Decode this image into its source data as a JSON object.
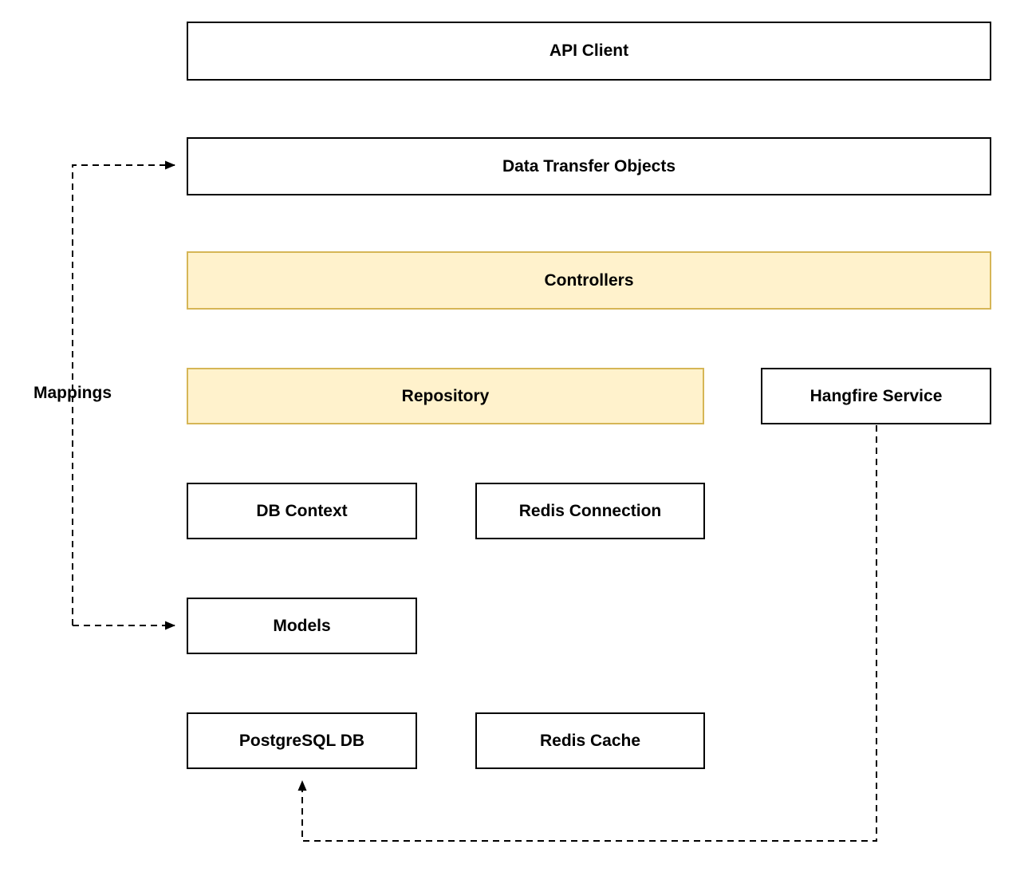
{
  "diagram": {
    "title": "API architecture layers diagram",
    "colors": {
      "page-bg": "#ffffff",
      "node-fill": "#ffffff",
      "node-border": "#000000",
      "highlight-fill": "#fff2cc",
      "highlight-border": "#d6b656",
      "edge-color": "#000000",
      "text-color": "#000000"
    },
    "boxes": [
      {
        "id": "api-client",
        "label": "API Client",
        "style": "plain"
      },
      {
        "id": "data-transfer-objects",
        "label": "Data Transfer Objects",
        "style": "plain"
      },
      {
        "id": "controllers",
        "label": "Controllers",
        "style": "highlight"
      },
      {
        "id": "repository",
        "label": "Repository",
        "style": "highlight"
      },
      {
        "id": "hangfire-service",
        "label": "Hangfire Service",
        "style": "plain"
      },
      {
        "id": "db-context",
        "label": "DB Context",
        "style": "plain"
      },
      {
        "id": "redis-connection",
        "label": "Redis Connection",
        "style": "plain"
      },
      {
        "id": "models",
        "label": "Models",
        "style": "plain"
      },
      {
        "id": "postgresql-db",
        "label": "PostgreSQL DB",
        "style": "plain"
      },
      {
        "id": "redis-cache",
        "label": "Redis Cache",
        "style": "plain"
      }
    ],
    "labels": {
      "mappings": "Mappings"
    },
    "edges": [
      {
        "id": "mappings-to-data-transfer-objects",
        "from": "mappings",
        "to": "data-transfer-objects",
        "style": "dashed-arrow"
      },
      {
        "id": "mappings-to-models",
        "from": "mappings",
        "to": "models",
        "style": "dashed-arrow"
      },
      {
        "id": "hangfire-service-to-postgresql-db",
        "from": "hangfire-service",
        "to": "postgresql-db",
        "style": "dashed-arrow"
      }
    ]
  }
}
